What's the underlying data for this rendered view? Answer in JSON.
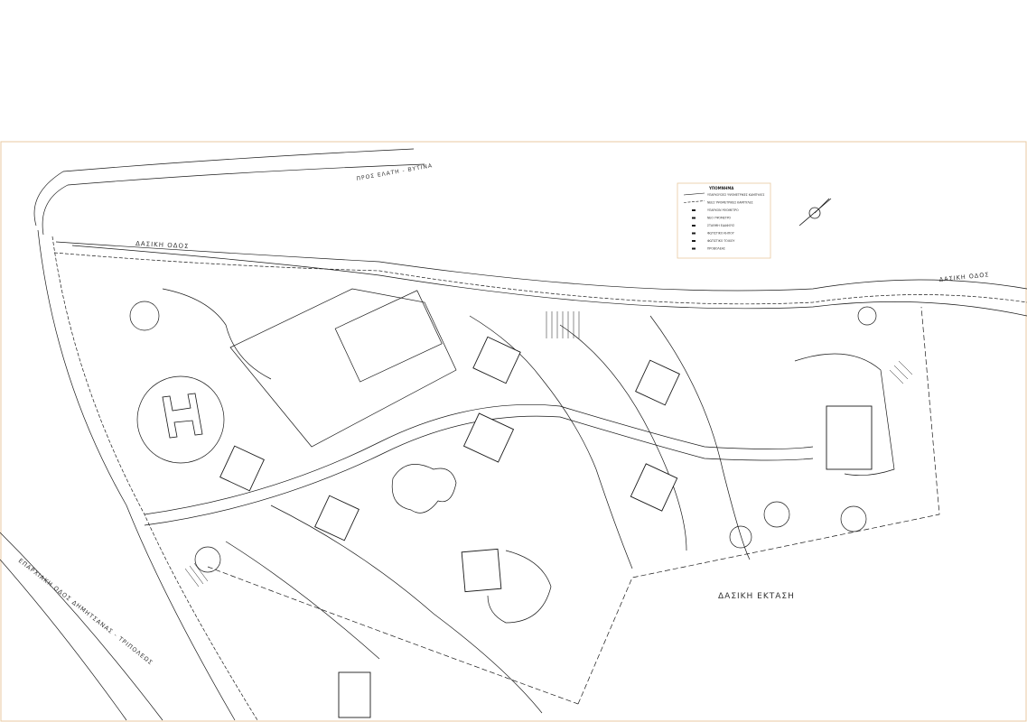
{
  "road_labels": {
    "top_road": "ΠΡΟΣ ΕΛΑΤΗ - ΒΥΤΙΝΑ",
    "forest_road_left": "ΔΑΣΙΚΗ ΟΔΟΣ",
    "forest_road_right": "ΔΑΣΙΚΗ ΟΔΟΣ",
    "provincial_road": "ΕΠΑΡΧΙΑΚΗ ΟΔΟΣ ΔΗΜΗΤΣΑΝΑΣ - ΤΡΙΠΟΛΕΩΣ",
    "forest_area": "ΔΑΣΙΚΗ   ΕΚΤΑΣΗ"
  },
  "legend": {
    "title": "ΥΠΟΜΝΗΜΑ",
    "items": [
      {
        "symbol": "existing-contour-line",
        "label": "ΥΠΑΡΧΟΥΣΕΣ ΥΨΟΜΕΤΡΙΚΕΣ ΚΑΜΠΥΛΕΣ"
      },
      {
        "symbol": "new-contour-line",
        "label": "ΝΕΕΣ ΥΨΟΜΕΤΡΙΚΕΣ ΚΑΜΠΥΛΕΣ"
      },
      {
        "symbol": "existing-elevation",
        "label": "ΥΠΑΡΧΟΝ ΥΨΟΜΕΤΡΟ"
      },
      {
        "symbol": "new-elevation",
        "label": "ΝΕΟ ΥΨΟΜΕΤΡΟ"
      },
      {
        "symbol": "ground-elevation",
        "label": "ΣΤΑΘΜΗ ΕΔΑΦΟΥΣ"
      },
      {
        "symbol": "outdoor-lamp",
        "label": "ΦΩΤΙΣΤΙΚΟ ΚΗΠΟΥ"
      },
      {
        "symbol": "wall-lamp",
        "label": "ΦΩΤΙΣΤΙΚΟ ΤΟΙΧΟΥ"
      },
      {
        "symbol": "spotlight",
        "label": "ΠΡΟΒΟΛΕΑΣ"
      }
    ]
  },
  "colors": {
    "line": "#1a1a1a",
    "frame": "#e8c9a0",
    "paper": "#ffffff"
  }
}
